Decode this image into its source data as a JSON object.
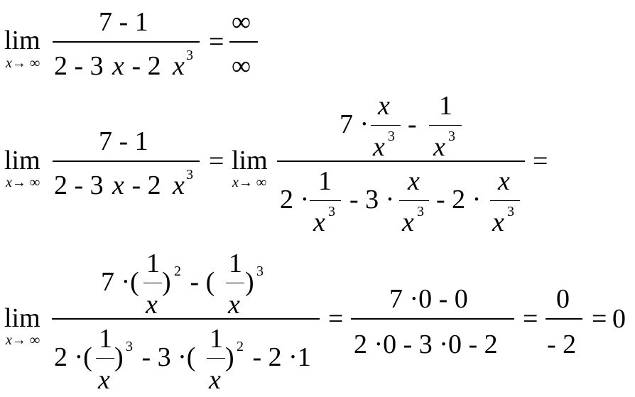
{
  "lim_word": "lim",
  "lim_sub": "x→ ∞",
  "line1": {
    "num": "7 - 1",
    "den_a": "2 - 3",
    "den_b": "x",
    "den_c": " - 2",
    "den_d": "x",
    "den_exp": "3",
    "eq": "=",
    "inf_num": "∞",
    "inf_den": "∞"
  },
  "line2": {
    "num": "7 - 1",
    "den_a": "2 - 3",
    "den_b": "x",
    "den_c": " - 2",
    "den_d": "x",
    "den_exp": "3",
    "eq": "=",
    "big_num_7": "7 ·",
    "frac_x": "x",
    "frac_x3": "x",
    "exp3": "3",
    "minus": "-",
    "frac_1": "1",
    "big_den_2": "2 ·",
    "big_den_3": "- 3 ·",
    "big_den_22": "- 2 ·",
    "eq_end": "="
  },
  "line3": {
    "num_7": "7 ·(",
    "one": "1",
    "x": "x",
    "paren_close": ")",
    "exp2": "2",
    "exp3": "3",
    "num_minus": " - (",
    "den_2": "2 ·(",
    "den_m3": " - 3 ·(",
    "den_m2": " - 2 ·1",
    "eq1": "=",
    "f2_num": "7 ·0 - 0",
    "f2_den": "2 ·0 - 3 ·0 - 2",
    "eq2": "=",
    "f3_num": "0",
    "f3_den": "- 2",
    "eq3": "=",
    "result": "0"
  }
}
